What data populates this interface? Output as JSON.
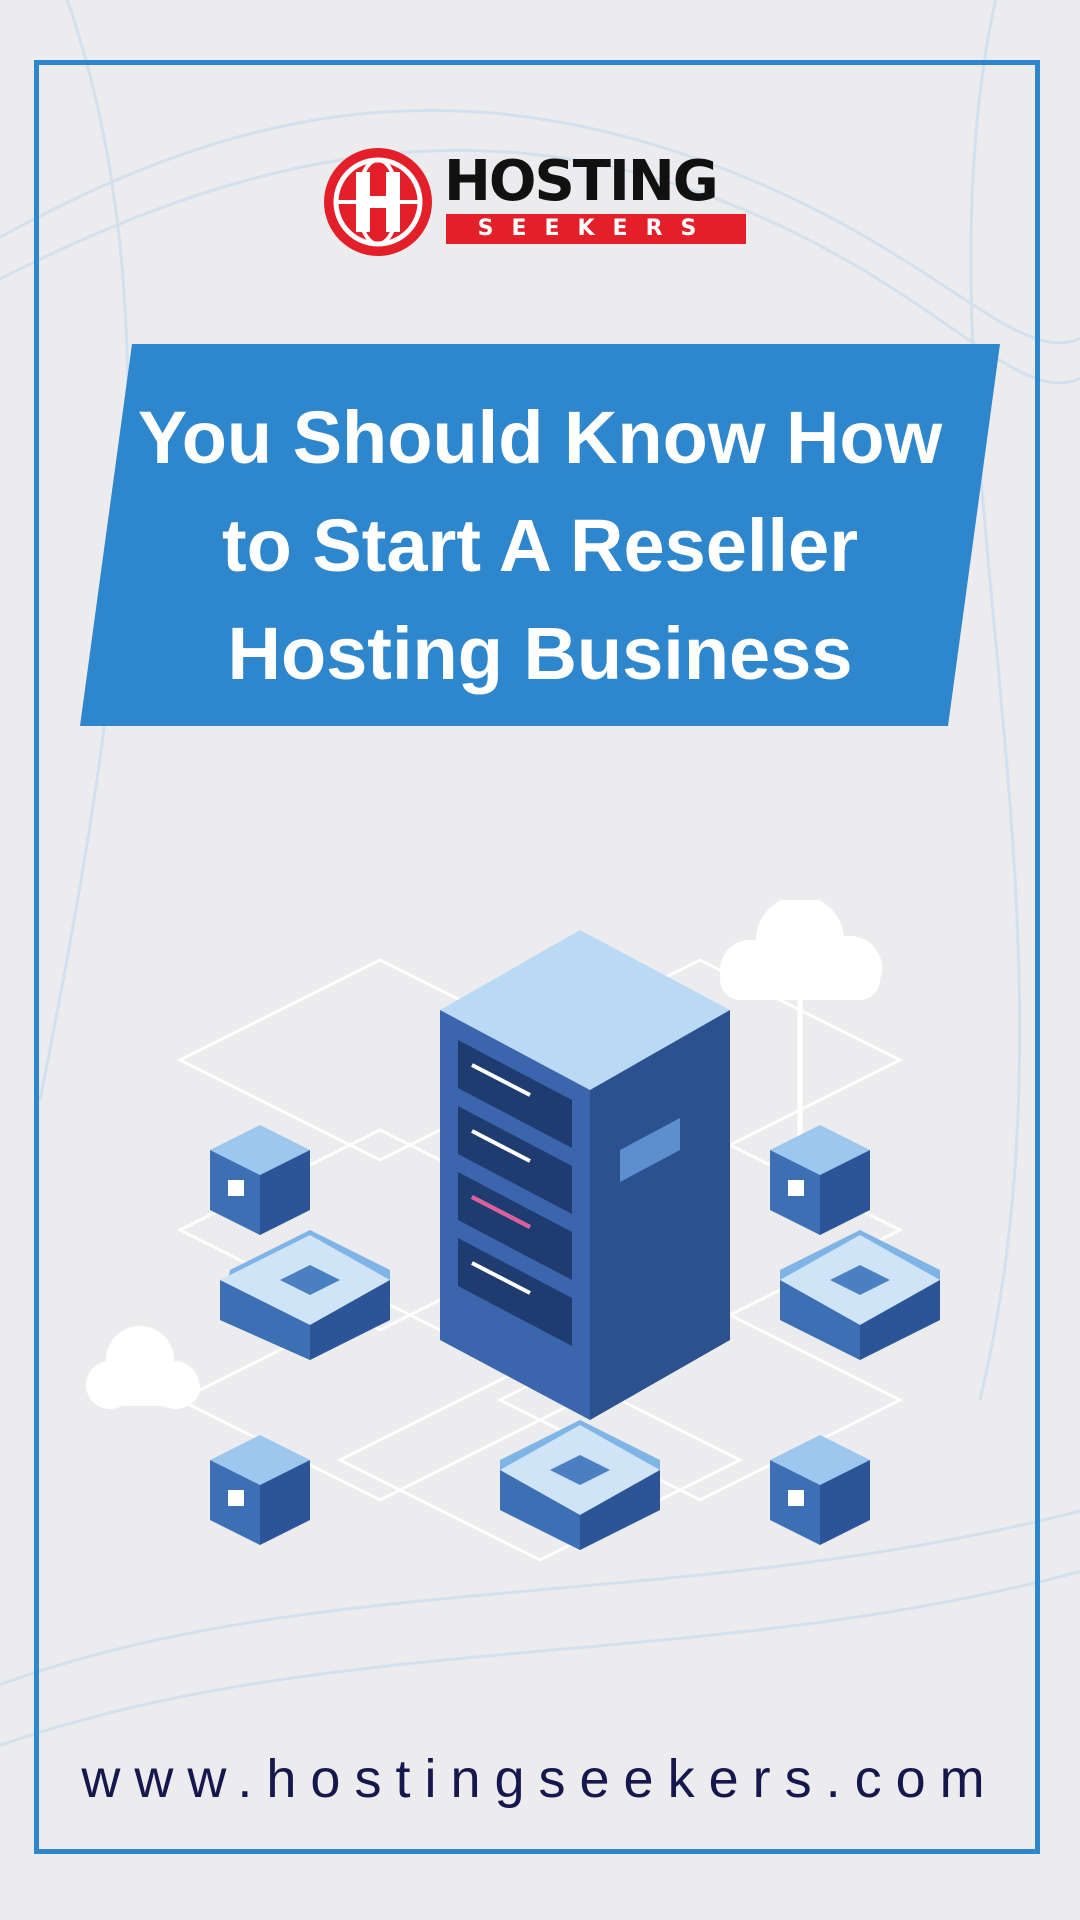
{
  "brand": {
    "name": "HOSTING",
    "tagline": "SEEKERS",
    "primary_color": "#2e86cd",
    "logo_red": "#e3202a"
  },
  "headline": {
    "line1": "You Should Know How",
    "line2": "to Start A Reseller",
    "line3": "Hosting Business"
  },
  "footer": {
    "url": "www.hostingseekers.com"
  },
  "illustration": {
    "icons": [
      "server-rack-icon",
      "cloud-icon",
      "cube-icon",
      "router-icon"
    ]
  }
}
